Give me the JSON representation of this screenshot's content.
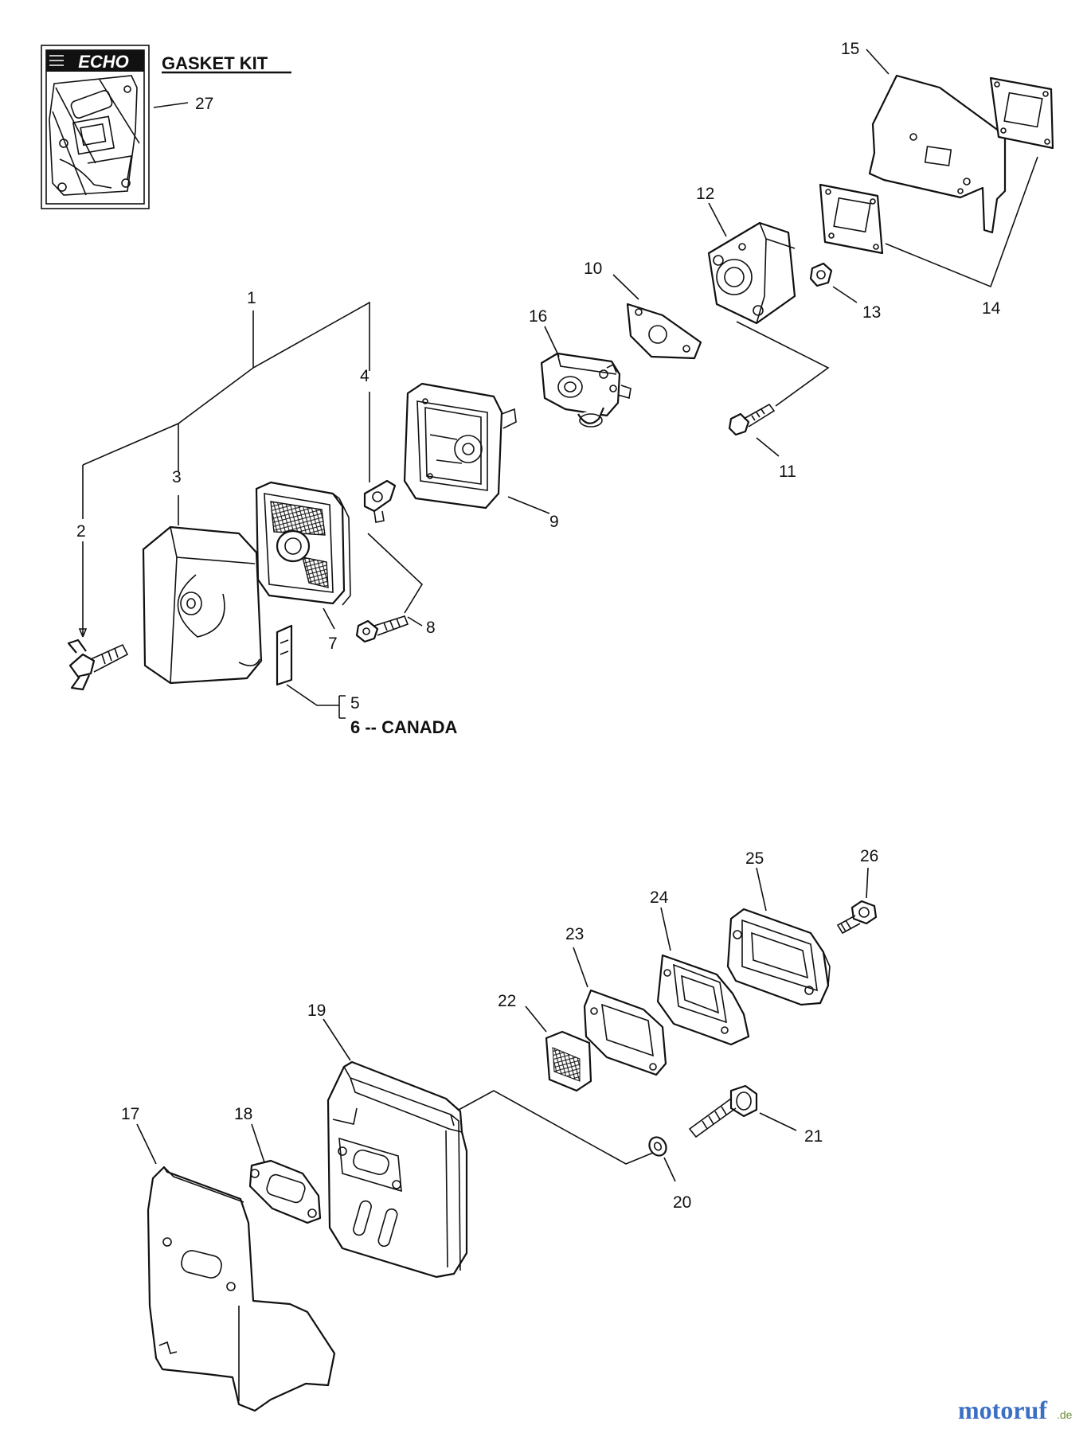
{
  "header": {
    "brand_logo_text": "ECHO",
    "kit_title": "GASKET KIT"
  },
  "callouts": {
    "c1": "1",
    "c2": "2",
    "c3": "3",
    "c4": "4",
    "c5": "5",
    "c6": "6 -- CANADA",
    "c7": "7",
    "c8": "8",
    "c9": "9",
    "c10": "10",
    "c11": "11",
    "c12": "12",
    "c13": "13",
    "c14": "14",
    "c15": "15",
    "c16": "16",
    "c17": "17",
    "c18": "18",
    "c19": "19",
    "c20": "20",
    "c21": "21",
    "c22": "22",
    "c23": "23",
    "c24": "24",
    "c25": "25",
    "c26": "26",
    "c27": "27"
  },
  "watermark": {
    "brand": "motoruf",
    "suffix": ".de"
  }
}
